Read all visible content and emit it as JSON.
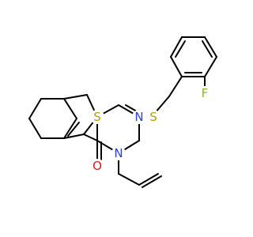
{
  "colors": {
    "background": "#ffffff",
    "bond": "#000000",
    "sulfur": "#b3a100",
    "nitrogen": "#2a3fd6",
    "oxygen": "#e01a1a",
    "fluorine": "#8fb02f"
  },
  "atom_labels": {
    "S_thiophene": "S",
    "S_thioether": "S",
    "N_ring": "N",
    "N_allyl": "N",
    "O_carbonyl": "O",
    "F": "F"
  }
}
